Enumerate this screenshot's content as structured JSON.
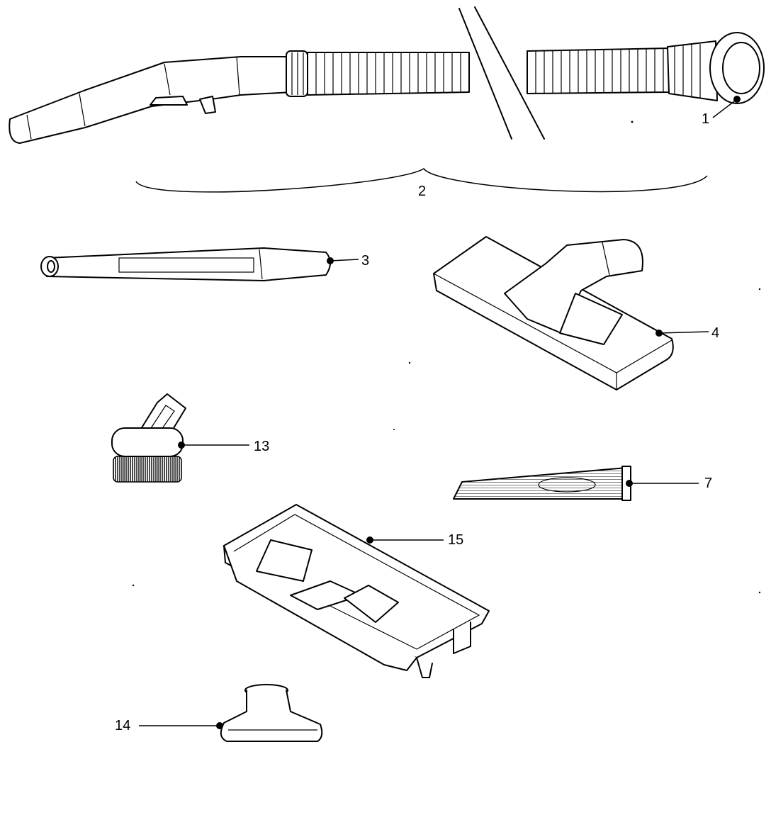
{
  "diagram": {
    "parts": [
      {
        "id": "1",
        "name": "hose-end-connector"
      },
      {
        "id": "2",
        "name": "hose-assembly"
      },
      {
        "id": "3",
        "name": "wand"
      },
      {
        "id": "4",
        "name": "floor-tool"
      },
      {
        "id": "7",
        "name": "crevice-tool"
      },
      {
        "id": "13",
        "name": "dusting-brush"
      },
      {
        "id": "14",
        "name": "upholstery-tool"
      },
      {
        "id": "15",
        "name": "tool-caddy"
      }
    ],
    "labels": {
      "p1": "1",
      "p2": "2",
      "p3": "3",
      "p4": "4",
      "p7": "7",
      "p13": "13",
      "p14": "14",
      "p15": "15"
    }
  }
}
